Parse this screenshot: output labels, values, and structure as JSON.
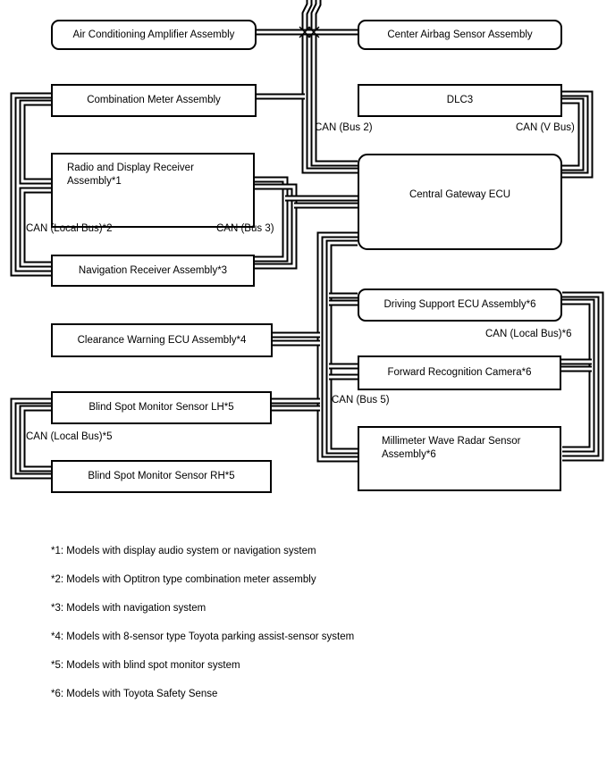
{
  "diagram": {
    "colors": {
      "line": "#000000",
      "background": "#ffffff",
      "text": "#000000"
    },
    "nodes": [
      {
        "id": "ac-amplifier",
        "label": "Air Conditioning Amplifier Assembly"
      },
      {
        "id": "center-airbag",
        "label": "Center Airbag Sensor Assembly"
      },
      {
        "id": "combination-meter",
        "label": "Combination Meter Assembly"
      },
      {
        "id": "dlc3",
        "label": "DLC3"
      },
      {
        "id": "radio-display",
        "label": "Radio and Display Receiver Assembly*1"
      },
      {
        "id": "central-gateway",
        "label": "Central Gateway ECU"
      },
      {
        "id": "navigation",
        "label": "Navigation Receiver Assembly*3"
      },
      {
        "id": "driving-support",
        "label": "Driving Support ECU Assembly*6"
      },
      {
        "id": "clearance-warning",
        "label": "Clearance Warning ECU Assembly*4"
      },
      {
        "id": "forward-camera",
        "label": "Forward Recognition Camera*6"
      },
      {
        "id": "bsm-lh",
        "label": "Blind Spot Monitor Sensor LH*5"
      },
      {
        "id": "mmwave-radar",
        "label": "Millimeter Wave Radar Sensor Assembly*6"
      },
      {
        "id": "bsm-rh",
        "label": "Blind Spot Monitor Sensor RH*5"
      }
    ],
    "bus_labels": [
      {
        "id": "can-bus-2",
        "label": "CAN (Bus 2)"
      },
      {
        "id": "can-v-bus",
        "label": "CAN (V Bus)"
      },
      {
        "id": "can-local-bus-2",
        "label": "CAN (Local Bus)*2"
      },
      {
        "id": "can-bus-3",
        "label": "CAN (Bus 3)"
      },
      {
        "id": "can-local-bus-6",
        "label": "CAN (Local Bus)*6"
      },
      {
        "id": "can-bus-5",
        "label": "CAN (Bus 5)"
      },
      {
        "id": "can-local-bus-5",
        "label": "CAN (Local Bus)*5"
      }
    ],
    "footnotes": [
      {
        "label": "*1: Models with display audio system or navigation system"
      },
      {
        "label": "*2: Models with Optitron type combination meter assembly"
      },
      {
        "label": "*3: Models with navigation system"
      },
      {
        "label": "*4: Models with 8-sensor type Toyota parking assist-sensor system"
      },
      {
        "label": "*5: Models with blind spot monitor system"
      },
      {
        "label": "*6: Models with Toyota Safety Sense"
      }
    ]
  }
}
